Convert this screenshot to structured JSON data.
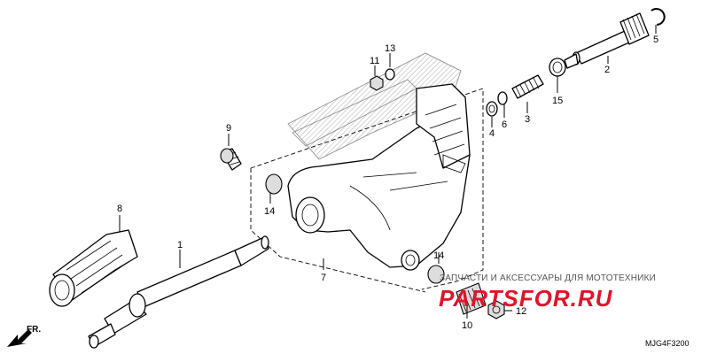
{
  "diagram": {
    "callouts": [
      {
        "id": "c1",
        "label": "1"
      },
      {
        "id": "c2",
        "label": "2"
      },
      {
        "id": "c3",
        "label": "3"
      },
      {
        "id": "c4",
        "label": "4"
      },
      {
        "id": "c5",
        "label": "5"
      },
      {
        "id": "c6",
        "label": "6"
      },
      {
        "id": "c7",
        "label": "7"
      },
      {
        "id": "c8",
        "label": "8"
      },
      {
        "id": "c9",
        "label": "9"
      },
      {
        "id": "c10",
        "label": "10"
      },
      {
        "id": "c11",
        "label": "11"
      },
      {
        "id": "c12",
        "label": "12"
      },
      {
        "id": "c13",
        "label": "13"
      },
      {
        "id": "c14a",
        "label": "14"
      },
      {
        "id": "c14b",
        "label": "14"
      },
      {
        "id": "c15",
        "label": "15"
      }
    ],
    "direction_label": "FR.",
    "drawing_code": "MJG4F3200"
  },
  "watermark": {
    "tagline": "ЗАПЧАСТИ И АКСЕССУАРЫ ДЛЯ МОТОТЕХНИКИ",
    "brand": "PARTSFOR.RU"
  }
}
